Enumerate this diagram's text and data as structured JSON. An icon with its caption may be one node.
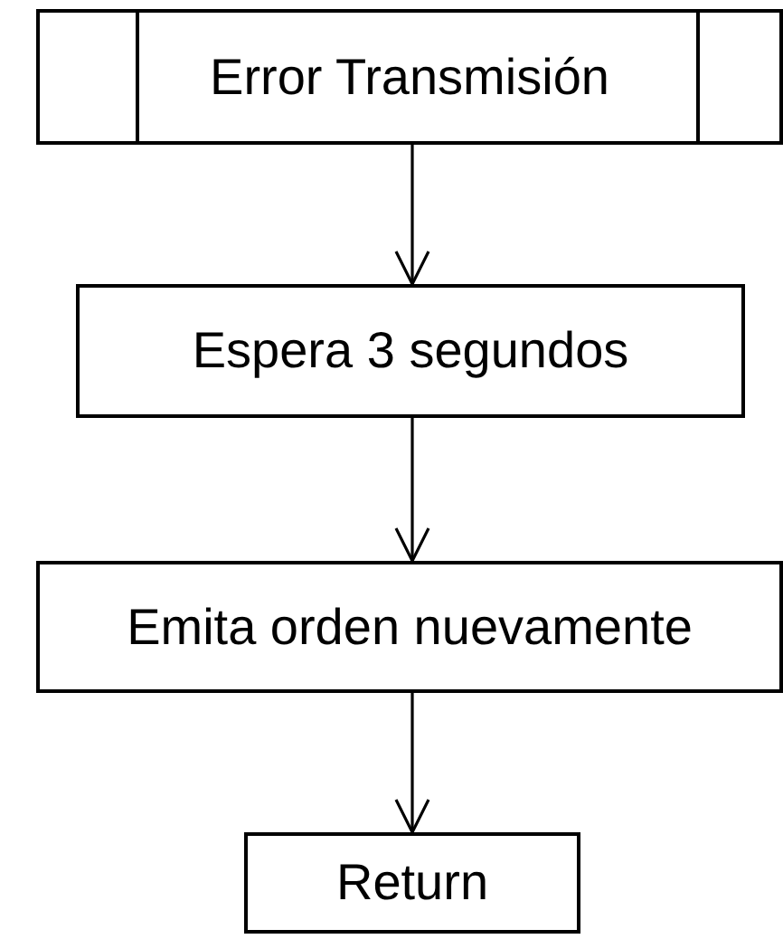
{
  "diagram": {
    "nodes": [
      {
        "text": [
          "Error Transmisión"
        ]
      },
      {
        "text": [
          "Espera 3 segundos"
        ]
      },
      {
        "text": [
          "Emita orden nuevamente"
        ]
      },
      {
        "text": [
          "Return"
        ]
      }
    ],
    "edges": [
      {
        "from": 0,
        "to": 1,
        "arrow": "to"
      },
      {
        "from": 1,
        "to": 2,
        "arrow": "to"
      },
      {
        "from": 2,
        "to": 3,
        "arrow": "to"
      }
    ]
  }
}
